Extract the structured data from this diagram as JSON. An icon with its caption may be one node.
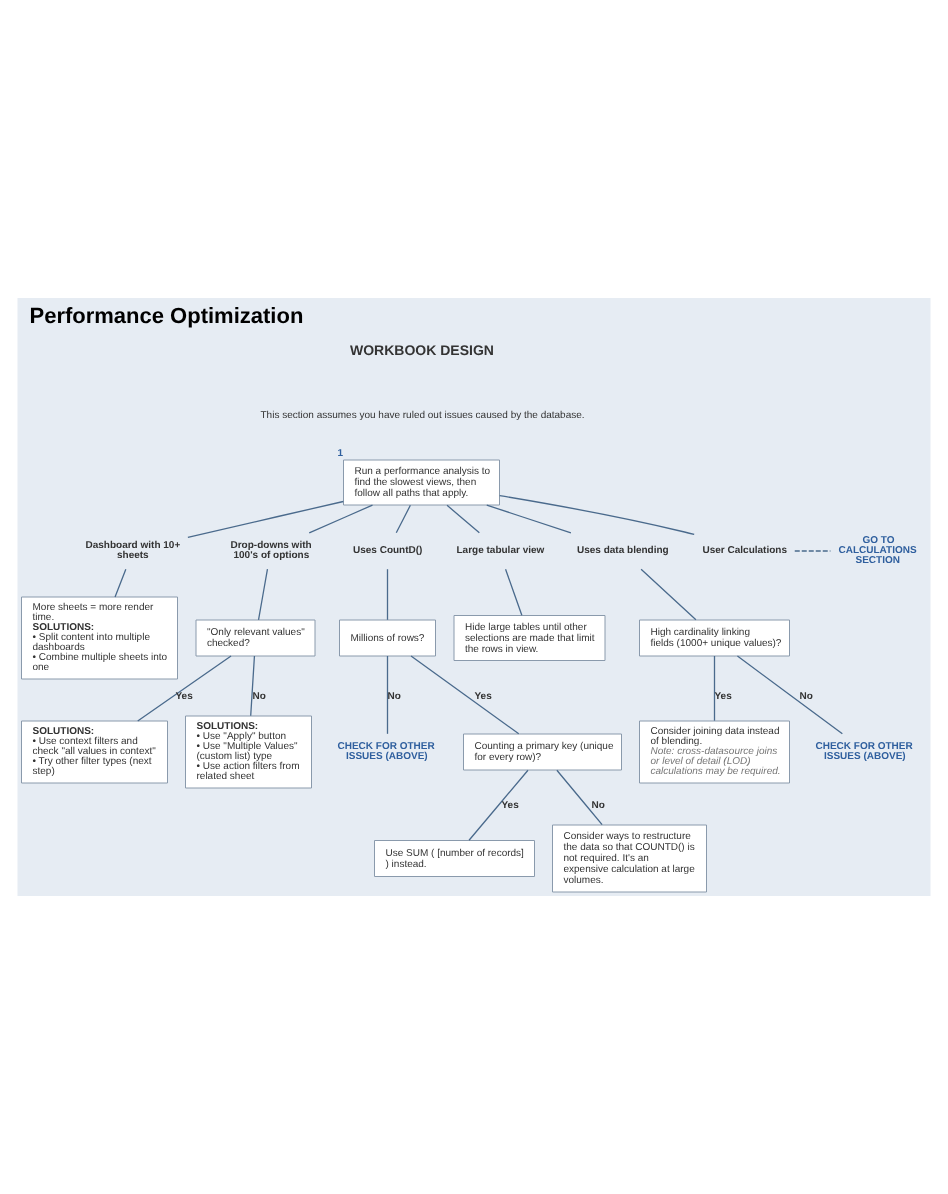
{
  "diagram": {
    "title": "Performance Optimization",
    "nodes": [
      {
        "text": [
          "Run a performance analysis to find the slowest views, then follow all paths that apply."
        ],
        "beside": [
          "1"
        ]
      },
      {
        "text": [
          "Dashboard with 10+ sheets"
        ]
      },
      {
        "text": [
          "Drop-downs with 100's of options"
        ]
      },
      {
        "text": [
          "Uses CountD()"
        ]
      },
      {
        "text": [
          "Large tabular view"
        ]
      },
      {
        "text": [
          "Uses data blending"
        ]
      },
      {
        "text": [
          "User Calculations"
        ]
      },
      {
        "text": [
          "GO TO CALCULATIONS SECTION"
        ]
      },
      {
        "text": [
          "More sheets = more render time.",
          "SOLUTIONS:",
          "• Split content into multiple dashboards",
          "• Combine multiple sheets into one"
        ]
      },
      {
        "text": [
          "Hide large tables until other selections are made that limit the rows in view."
        ]
      },
      {
        "text": [
          "High cardinality linking fields (1000+ unique values)?"
        ]
      },
      {
        "text": [
          "Consider joining data instead of blending.",
          "Note: cross-datasource joins or level of detail (LOD) calculations may be required."
        ]
      },
      {
        "text": [
          "CHECK FOR OTHER ISSUES (ABOVE)"
        ]
      },
      {
        "text": [
          "\"Only relevant values\" checked?"
        ]
      },
      {
        "text": [
          "Millions of rows?"
        ]
      },
      {
        "text": [
          "SOLUTIONS:",
          "• Use context filters and check \"all values in context\"",
          "• Try other filter types (next step)"
        ]
      },
      {
        "text": [
          "CHECK FOR OTHER ISSUES (ABOVE)"
        ]
      },
      {
        "text": [
          "Counting a primary key (unique for every row)?"
        ]
      },
      {
        "text": [
          "SOLUTIONS:",
          "• Use \"Apply\" button",
          "• Use \"Multiple Values\" (custom list) type",
          "• Use action filters from related sheet"
        ]
      },
      {
        "text": [
          "Use SUM ( [number of records] ) instead."
        ]
      },
      {
        "text": [
          "Consider ways to restructure the data so that COUNTD() is not required. It's an expensive calculation at large volumes."
        ]
      }
    ],
    "edges": [
      {
        "from": 0,
        "to": 1,
        "arrow": "none"
      },
      {
        "from": 0,
        "to": 2,
        "arrow": "none"
      },
      {
        "from": 0,
        "to": 3,
        "arrow": "none"
      },
      {
        "from": 0,
        "to": 4,
        "arrow": "none"
      },
      {
        "from": 0,
        "to": 6,
        "arrow": "none"
      },
      {
        "from": 0,
        "to": 5,
        "arrow": "none"
      },
      {
        "from": 6,
        "to": 7,
        "arrow": "none",
        "style": "dashed"
      },
      {
        "from": 1,
        "to": 8,
        "arrow": "none"
      },
      {
        "from": 2,
        "to": 13,
        "arrow": "none"
      },
      {
        "from": 3,
        "to": 14,
        "arrow": "none"
      },
      {
        "from": 4,
        "to": 9,
        "arrow": "none"
      },
      {
        "from": 5,
        "to": 10,
        "arrow": "none"
      },
      {
        "from": 10,
        "to": 11,
        "arrow": "none",
        "label": "Yes"
      },
      {
        "from": 10,
        "to": 12,
        "arrow": "none",
        "label": "No"
      },
      {
        "from": 13,
        "to": 15,
        "arrow": "none",
        "label": "Yes"
      },
      {
        "from": 13,
        "to": 18,
        "arrow": "none",
        "label": "No"
      },
      {
        "from": 14,
        "to": 17,
        "arrow": "none",
        "label": "Yes"
      },
      {
        "from": 14,
        "to": 16,
        "arrow": "none",
        "label": "No"
      },
      {
        "from": 17,
        "to": 19,
        "arrow": "none",
        "label": "Yes"
      },
      {
        "from": 17,
        "to": 20,
        "arrow": "none",
        "label": "No"
      }
    ],
    "labels": [
      "WORKBOOK DESIGN",
      "This section assumes you have ruled out issues caused by the database."
    ]
  }
}
